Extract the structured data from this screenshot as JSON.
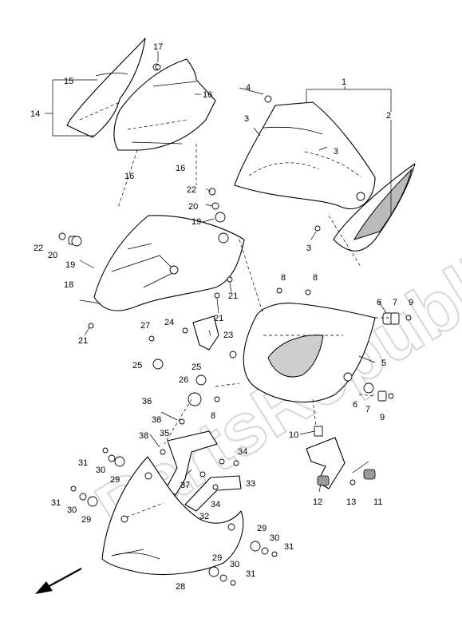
{
  "watermark": "PartsRepublik",
  "callouts": [
    {
      "id": "c1",
      "text": "1"
    },
    {
      "id": "c2",
      "text": "2"
    },
    {
      "id": "c3a",
      "text": "3"
    },
    {
      "id": "c3b",
      "text": "3"
    },
    {
      "id": "c3c",
      "text": "3"
    },
    {
      "id": "c4",
      "text": "4"
    },
    {
      "id": "c5",
      "text": "5"
    },
    {
      "id": "c6a",
      "text": "6"
    },
    {
      "id": "c6b",
      "text": "6"
    },
    {
      "id": "c7a",
      "text": "7"
    },
    {
      "id": "c7b",
      "text": "7"
    },
    {
      "id": "c8a",
      "text": "8"
    },
    {
      "id": "c8b",
      "text": "8"
    },
    {
      "id": "c8c",
      "text": "8"
    },
    {
      "id": "c9a",
      "text": "9"
    },
    {
      "id": "c9b",
      "text": "9"
    },
    {
      "id": "c10",
      "text": "10"
    },
    {
      "id": "c11",
      "text": "11"
    },
    {
      "id": "c12",
      "text": "12"
    },
    {
      "id": "c13",
      "text": "13"
    },
    {
      "id": "c14",
      "text": "14"
    },
    {
      "id": "c15",
      "text": "15"
    },
    {
      "id": "c16a",
      "text": "16"
    },
    {
      "id": "c16b",
      "text": "16"
    },
    {
      "id": "c16c",
      "text": "16"
    },
    {
      "id": "c17",
      "text": "17"
    },
    {
      "id": "c18",
      "text": "18"
    },
    {
      "id": "c19a",
      "text": "19"
    },
    {
      "id": "c19b",
      "text": "19"
    },
    {
      "id": "c20a",
      "text": "20"
    },
    {
      "id": "c20b",
      "text": "20"
    },
    {
      "id": "c21a",
      "text": "21"
    },
    {
      "id": "c21b",
      "text": "21"
    },
    {
      "id": "c21c",
      "text": "21"
    },
    {
      "id": "c22a",
      "text": "22"
    },
    {
      "id": "c22b",
      "text": "22"
    },
    {
      "id": "c23",
      "text": "23"
    },
    {
      "id": "c24",
      "text": "24"
    },
    {
      "id": "c25a",
      "text": "25"
    },
    {
      "id": "c25b",
      "text": "25"
    },
    {
      "id": "c26",
      "text": "26"
    },
    {
      "id": "c27",
      "text": "27"
    },
    {
      "id": "c28",
      "text": "28"
    },
    {
      "id": "c29a",
      "text": "29"
    },
    {
      "id": "c29b",
      "text": "29"
    },
    {
      "id": "c29c",
      "text": "29"
    },
    {
      "id": "c29d",
      "text": "29"
    },
    {
      "id": "c30a",
      "text": "30"
    },
    {
      "id": "c30b",
      "text": "30"
    },
    {
      "id": "c30c",
      "text": "30"
    },
    {
      "id": "c30d",
      "text": "30"
    },
    {
      "id": "c31a",
      "text": "31"
    },
    {
      "id": "c31b",
      "text": "31"
    },
    {
      "id": "c31c",
      "text": "31"
    },
    {
      "id": "c31d",
      "text": "31"
    },
    {
      "id": "c32",
      "text": "32"
    },
    {
      "id": "c33",
      "text": "33"
    },
    {
      "id": "c34a",
      "text": "34"
    },
    {
      "id": "c34b",
      "text": "34"
    },
    {
      "id": "c35",
      "text": "35"
    },
    {
      "id": "c36",
      "text": "36"
    },
    {
      "id": "c37",
      "text": "37"
    },
    {
      "id": "c38a",
      "text": "38"
    },
    {
      "id": "c38b",
      "text": "38"
    }
  ]
}
